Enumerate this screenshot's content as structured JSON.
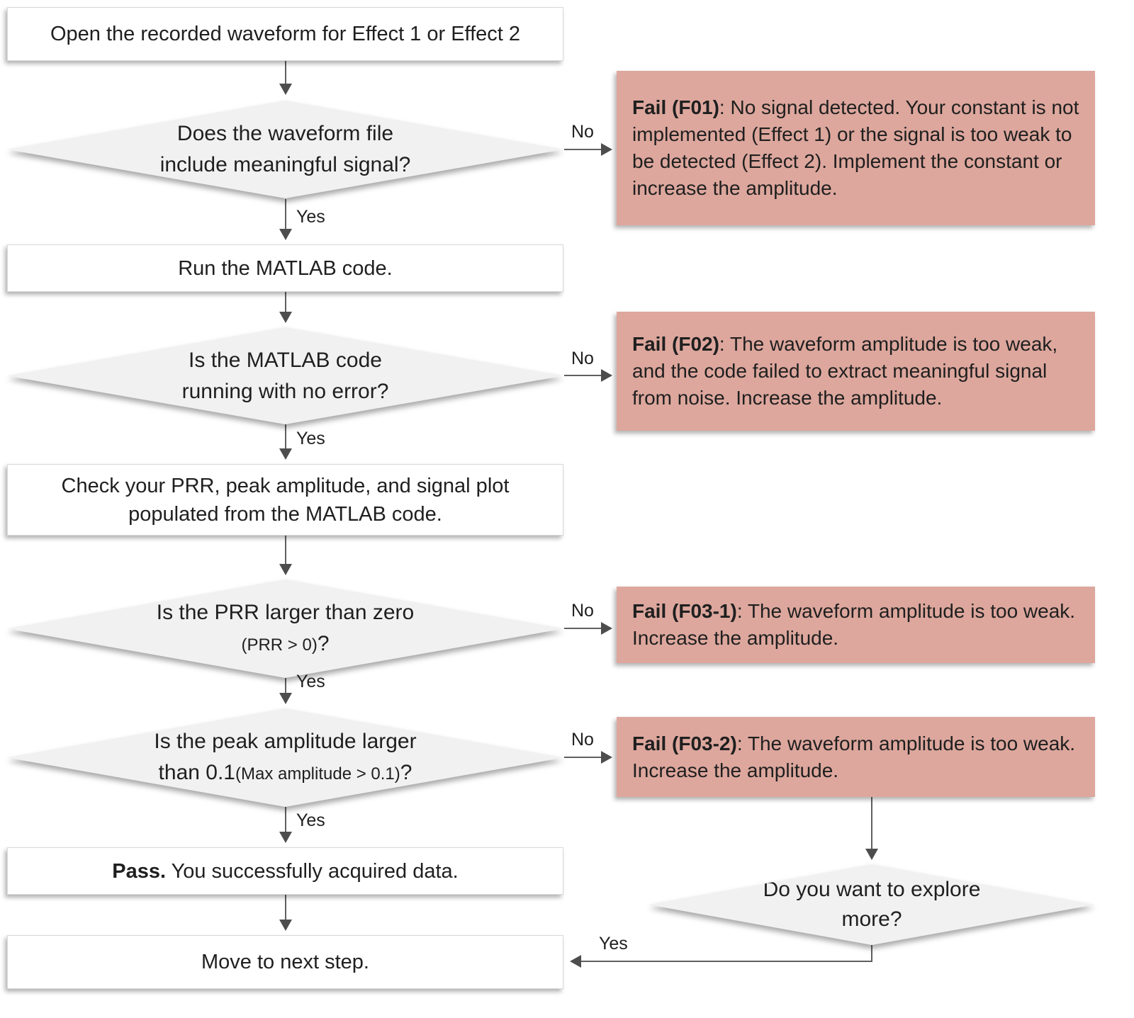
{
  "flowchart": {
    "nodes": {
      "open": {
        "text": "Open the recorded waveform for Effect 1 or Effect 2"
      },
      "signal_q": {
        "line1": "Does the waveform file",
        "line2": "include meaningful signal?"
      },
      "run": {
        "text": "Run the MATLAB code."
      },
      "matlab_q": {
        "line1": "Is the MATLAB code",
        "line2": "running with no error?"
      },
      "check": {
        "line1": "Check your PRR, peak amplitude, and signal plot",
        "line2": "populated from the MATLAB code."
      },
      "prr_q": {
        "line1": "Is the PRR  larger than zero",
        "line2_small": "(PRR > 0)",
        "line2_suffix": "?"
      },
      "peak_q": {
        "line1": "Is the peak amplitude larger",
        "line2_prefix": "than 0.1",
        "line2_small": "(Max amplitude > 0.1)",
        "line2_suffix": "?"
      },
      "pass": {
        "bold": "Pass.",
        "rest": " You successfully acquired data."
      },
      "move": {
        "text": "Move to next step."
      },
      "fail01": {
        "bold": "Fail (F01)",
        "rest": ": No signal detected. Your constant is not implemented (Effect 1) or the signal is too weak to be detected (Effect 2). Implement the constant or increase the amplitude."
      },
      "fail02": {
        "bold": "Fail (F02)",
        "rest": ": The waveform amplitude is too weak, and the code failed to extract meaningful signal from noise. Increase the amplitude."
      },
      "fail03_1": {
        "bold": "Fail (F03-1)",
        "rest": ": The waveform amplitude is too weak. Increase the amplitude."
      },
      "fail03_2": {
        "bold": "Fail (F03-2)",
        "rest": ": The waveform amplitude is too weak. Increase the amplitude."
      },
      "explore_q": {
        "line1": "Do you want to explore",
        "line2": "more?"
      }
    },
    "labels": {
      "yes": "Yes",
      "no": "No"
    }
  },
  "colors": {
    "fail_fill": "#dda79d",
    "decision_fill": "#f1f1f1",
    "process_fill": "#ffffff",
    "border": "#d9d9d9",
    "arrow": "#606060",
    "text": "#1f1f1f"
  }
}
